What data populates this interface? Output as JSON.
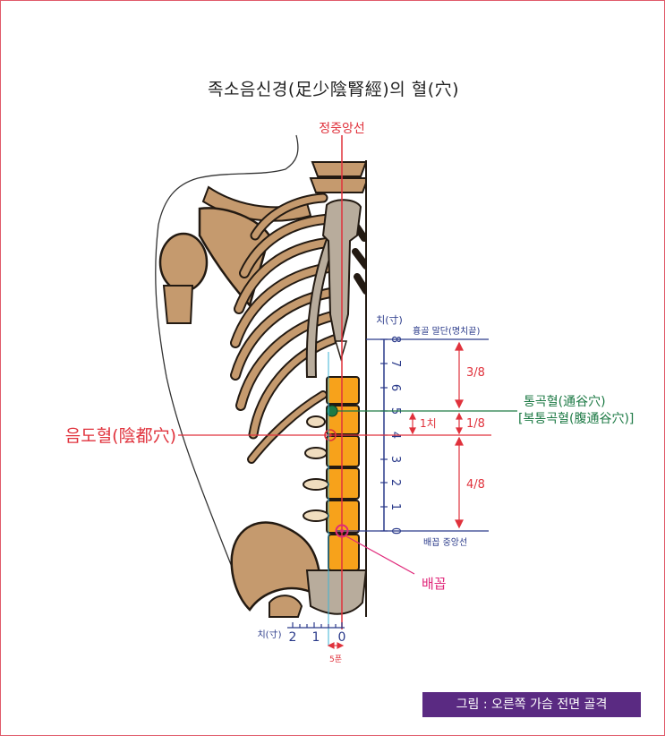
{
  "title": "족소음신경(足少陰腎經)의 혈(穴)",
  "midline_label": "정중앙선",
  "scale_unit": "치(寸)",
  "sternum_label": "흉골 말단(명치끝)",
  "navel_line_label": "배꼽 중앙선",
  "vertical_ticks": [
    "8",
    "7",
    "6",
    "5",
    "4",
    "3",
    "2",
    "1",
    "0"
  ],
  "horizontal_ticks": [
    "2",
    "1",
    "0"
  ],
  "bottom_unit": "치(寸)",
  "half_cun_label": "5푼",
  "ratios": {
    "upper": "3/8",
    "middle": "1/8",
    "lower": "4/8"
  },
  "one_cun_label": "1치",
  "tonggok_label": "통곡혈(通谷穴)",
  "boktonggok_label": "[복통곡혈(腹通谷穴)]",
  "eumdo_label": "음도혈(陰都穴)",
  "navel_label": "배꼽",
  "caption": "그림 : 오른쪽 가슴 전면 골격",
  "colors": {
    "bone": "#c59a6e",
    "bone_shade": "#b8ac9c",
    "bone_outline": "#231a12",
    "midline": "#e0323c",
    "scale": "#2a3a8a",
    "green": "#1d7a45",
    "navel": "#e0287a",
    "highlight": "#f7a21b",
    "caption_bg": "#5a2a82"
  }
}
